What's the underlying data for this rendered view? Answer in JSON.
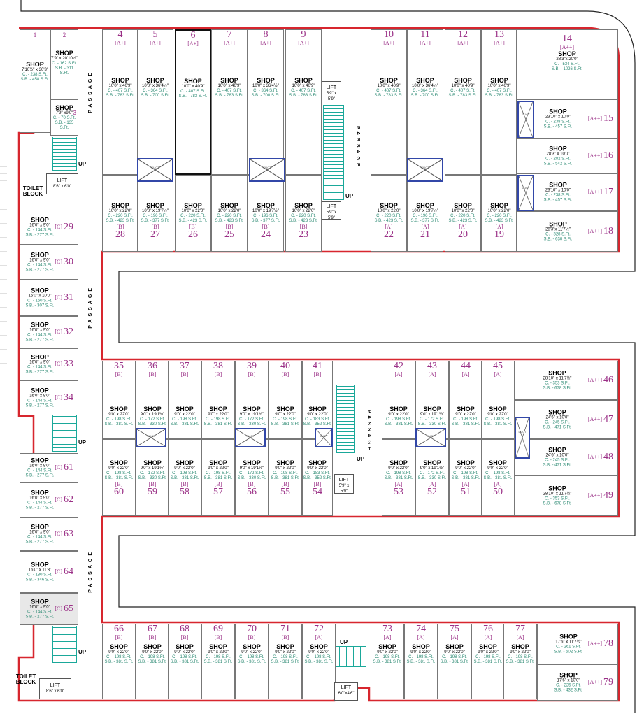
{
  "labels": {
    "shop": "SHOP",
    "passage": "PASSAGE",
    "up": "UP",
    "toilet_line1": "TOILET",
    "toilet_line2": "BLOCK",
    "lift": "LIFT",
    "duct": "DUCT"
  },
  "lifts": {
    "a": "8'6\" x 6'0\"",
    "b": "5'9\" x 5'9\"",
    "c": "8'6\" x 6'0\"",
    "d": "5'9\" x 5'9\"",
    "e": "8'6\" x 6'0\"",
    "f": "6'0\"x4'6\""
  },
  "shops": {
    "s1": {
      "num": "1",
      "dim": "7'10½\" x 30'3\"",
      "c": "C. - 238 S.Ft.",
      "sb": "S.B. - 458 S.Ft."
    },
    "s2": {
      "num": "2",
      "dim": "7'9\" x 20'10½\"",
      "c": "C. - 162 S.Ft.",
      "sb": "S.B. - 311 S.Ft."
    },
    "s3": {
      "num": "3",
      "dim": "7'9\" x9'0\"",
      "c": "C. - 70 S.Ft.",
      "sb": "S.B. - 135 S.Ft."
    },
    "s4": {
      "num": "4",
      "grade": "[A+]",
      "dim": "10'0\" x 40'9\"",
      "c": "C. - 407 S.Ft.",
      "sb": "S.B. - 783 S.Ft."
    },
    "s5": {
      "num": "5",
      "grade": "[A+]",
      "dim": "10'0\" x 36'4½\"",
      "c": "C. - 364 S.Ft.",
      "sb": "S.B. - 700 S.Ft."
    },
    "s6": {
      "num": "6",
      "grade": "[A+]",
      "dim": "10'0\" x 40'9\"",
      "c": "C. - 407 S.Ft.",
      "sb": "S.B. - 783 S.Ft."
    },
    "s7": {
      "num": "7",
      "grade": "[A+]",
      "dim": "10'0\" x 40'9\"",
      "c": "C. - 407 S.Ft.",
      "sb": "S.B. - 783 S.Ft."
    },
    "s8": {
      "num": "8",
      "grade": "[A+]",
      "dim": "10'0\" x 36'4½\"",
      "c": "C. - 364 S.Ft.",
      "sb": "S.B. - 700 S.Ft."
    },
    "s9": {
      "num": "9",
      "grade": "[A+]",
      "dim": "10'0\" x 40'9\"",
      "c": "C. - 407 S.Ft.",
      "sb": "S.B. - 783 S.Ft."
    },
    "s10": {
      "num": "10",
      "grade": "[A+]",
      "dim": "10'0\" x 40'9\"",
      "c": "C. - 407 S.Ft.",
      "sb": "S.B. - 783 S.Ft."
    },
    "s11": {
      "num": "11",
      "grade": "[A+]",
      "dim": "10'0\" x 36'4½\"",
      "c": "C. - 364 S.Ft.",
      "sb": "S.B. - 700 S.Ft."
    },
    "s12": {
      "num": "12",
      "grade": "[A+]",
      "dim": "10'0\" x 40'9\"",
      "c": "C. - 407 S.Ft.",
      "sb": "S.B. - 783 S.Ft."
    },
    "s13": {
      "num": "13",
      "grade": "[A+]",
      "dim": "10'0\" x 40'9\"",
      "c": "C. - 407 S.Ft.",
      "sb": "S.B. - 783 S.Ft."
    },
    "s14": {
      "num": "14",
      "grade": "[A++]",
      "dim": "28'3\"x 20'0\"",
      "c": "C. - 534 S.Ft.",
      "sb": "S.B. - 1026 S.Ft."
    },
    "s15": {
      "num": "15",
      "grade": "[A++]",
      "dim": "23'10\" x 10'0\"",
      "c": "C. - 238 S.Ft.",
      "sb": "S.B. - 457 S.Ft."
    },
    "s16": {
      "num": "16",
      "grade": "[A++]",
      "dim": "28'3\" x 10'0\"",
      "c": "C. - 282 S.Ft.",
      "sb": "S.B. - 542 S.Ft."
    },
    "s17": {
      "num": "17",
      "grade": "[A++]",
      "dim": "23'10\" x 10'0\"",
      "c": "C. - 238 S.Ft.",
      "sb": "S.B. - 457 S.Ft."
    },
    "s18": {
      "num": "18",
      "grade": "[A++]",
      "dim": "28'3\"x 11'7½\"",
      "c": "C. - 328 S.Ft.",
      "sb": "S.B. - 630 S.Ft."
    },
    "s19": {
      "num": "19",
      "grade": "[A]",
      "dim": "10'0\" x 22'0\"",
      "c": "C. - 220 S.Ft.",
      "sb": "S.B. - 423 S.Ft."
    },
    "s20": {
      "num": "20",
      "grade": "[A]",
      "dim": "10'0\" x 22'0\"",
      "c": "C. - 220 S.Ft.",
      "sb": "S.B. - 423 S.Ft."
    },
    "s21": {
      "num": "21",
      "grade": "[A]",
      "dim": "10'0\" x 19'7½\"",
      "c": "C. - 196 S.Ft.",
      "sb": "S.B. - 377 S.Ft."
    },
    "s22": {
      "num": "22",
      "grade": "[A]",
      "dim": "10'0\" x 22'0\"",
      "c": "C. - 220 S.Ft.",
      "sb": "S.B. - 423 S.Ft."
    },
    "s23": {
      "num": "23",
      "grade": "[B]",
      "dim": "10'0\" x 22'0\"",
      "c": "C. - 220 S.Ft.",
      "sb": "S.B. - 423 S.Ft."
    },
    "s24": {
      "num": "24",
      "grade": "[B]",
      "dim": "10'0\" x 19'7½\"",
      "c": "C. - 196 S.Ft.",
      "sb": "S.B. - 377 S.Ft."
    },
    "s25": {
      "num": "25",
      "grade": "[B]",
      "dim": "10'0\" x 22'0\"",
      "c": "C. - 220 S.Ft.",
      "sb": "S.B. - 423 S.Ft."
    },
    "s26": {
      "num": "26",
      "grade": "[B]",
      "dim": "10'0\" x 22'0\"",
      "c": "C. - 220 S.Ft.",
      "sb": "S.B. - 423 S.Ft."
    },
    "s27": {
      "num": "27",
      "grade": "[B]",
      "dim": "10'0\" x 19'7½\"",
      "c": "C. - 196 S.Ft.",
      "sb": "S.B. - 377 S.Ft."
    },
    "s28": {
      "num": "28",
      "grade": "[B]",
      "dim": "10'0\" x 22'0\"",
      "c": "C. - 220 S.Ft.",
      "sb": "S.B. - 423 S.Ft."
    },
    "s29": {
      "num": "29",
      "grade": "[C]",
      "dim": "16'0\" x 9'0\"",
      "c": "C. - 144 S.Ft.",
      "sb": "S.B. - 277 S.Ft."
    },
    "s30": {
      "num": "30",
      "grade": "[C]",
      "dim": "16'0\" x 9'0\"",
      "c": "C. - 144 S.Ft.",
      "sb": "S.B. - 277 S.Ft."
    },
    "s31": {
      "num": "31",
      "grade": "[C]",
      "dim": "16'0\" x 10'0\"",
      "c": "C. - 160 S.Ft.",
      "sb": "S.B. - 307 S.Ft."
    },
    "s32": {
      "num": "32",
      "grade": "[C]",
      "dim": "16'0\" x 9'0\"",
      "c": "C. - 144 S.Ft.",
      "sb": "S.B. - 277 S.Ft."
    },
    "s33": {
      "num": "33",
      "grade": "[C]",
      "dim": "16'0\" x 9'0\"",
      "c": "C. - 144 S.Ft.",
      "sb": "S.B. - 277 S.Ft."
    },
    "s34": {
      "num": "34",
      "grade": "[C]",
      "dim": "16'0\" x 9'0\"",
      "c": "C. - 144 S.Ft.",
      "sb": "S.B. - 277 S.Ft."
    },
    "s35": {
      "num": "35",
      "grade": "[B]",
      "dim": "9'0\" x 22'0\"",
      "c": "C. - 198 S.Ft.",
      "sb": "S.B. - 381 S.Ft."
    },
    "s36": {
      "num": "36",
      "grade": "[B]",
      "dim": "9'0\" x 19'1½\"",
      "c": "C. - 172 S.Ft.",
      "sb": "S.B. - 330 S.Ft."
    },
    "s37": {
      "num": "37",
      "grade": "[B]",
      "dim": "9'0\" x 22'0\"",
      "c": "C. - 198 S.Ft.",
      "sb": "S.B. - 381 S.Ft."
    },
    "s38": {
      "num": "38",
      "grade": "[B]",
      "dim": "9'0\" x 22'0\"",
      "c": "C. - 198 S.Ft.",
      "sb": "S.B. - 381 S.Ft."
    },
    "s39": {
      "num": "39",
      "grade": "[B]",
      "dim": "9'0\" x 19'1½\"",
      "c": "C. - 172 S.Ft.",
      "sb": "S.B. - 330 S.Ft."
    },
    "s40": {
      "num": "40",
      "grade": "[B]",
      "dim": "9'0\" x 22'0\"",
      "c": "C. - 198 S.Ft.",
      "sb": "S.B. - 381 S.Ft."
    },
    "s41": {
      "num": "41",
      "grade": "[B]",
      "dim": "9'0\" x 22'0\"",
      "c": "C. - 183 S.Ft.",
      "sb": "S.B. - 352 S.Ft."
    },
    "s42": {
      "num": "42",
      "grade": "[A]",
      "dim": "9'0\" x 22'0\"",
      "c": "C. - 198 S.Ft.",
      "sb": "S.B. - 381 S.Ft."
    },
    "s43": {
      "num": "43",
      "grade": "[A]",
      "dim": "9'0\" x 19'1½\"",
      "c": "C. - 172 S.Ft.",
      "sb": "S.B. - 330 S.Ft."
    },
    "s44": {
      "num": "44",
      "grade": "[A]",
      "dim": "9'0\" x 22'0\"",
      "c": "C. - 198 S.Ft.",
      "sb": "S.B. - 381 S.Ft."
    },
    "s45": {
      "num": "45",
      "grade": "[A]",
      "dim": "9'0\" x 22'0\"",
      "c": "C. - 198 S.Ft.",
      "sb": "S.B. - 381 S.Ft."
    },
    "s46": {
      "num": "46",
      "grade": "[A++]",
      "dim": "28'10\" x 11'7½\"",
      "c": "C. - 353 S.Ft.",
      "sb": "S.B. - 678 S.Ft."
    },
    "s47": {
      "num": "47",
      "grade": "[A++]",
      "dim": "24'6\" x 10'0\"",
      "c": "C. - 245 S.Ft.",
      "sb": "S.B. - 471 S.Ft."
    },
    "s48": {
      "num": "48",
      "grade": "[A++]",
      "dim": "24'6\" x 10'0\"",
      "c": "C. - 245 S.Ft.",
      "sb": "S.B. - 471 S.Ft."
    },
    "s49": {
      "num": "49",
      "grade": "[A++]",
      "dim": "28'10\" x 11'7½\"",
      "c": "C. - 353 S.Ft.",
      "sb": "S.B. - 678 S.Ft."
    },
    "s50": {
      "num": "50",
      "grade": "[A]",
      "dim": "9'0\" x 22'0\"",
      "c": "C. - 198 S.Ft.",
      "sb": "S.B. - 381 S.Ft."
    },
    "s51": {
      "num": "51",
      "grade": "[A]",
      "dim": "9'0\" x 22'0\"",
      "c": "C. - 198 S.Ft.",
      "sb": "S.B. - 381 S.Ft."
    },
    "s52": {
      "num": "52",
      "grade": "[A]",
      "dim": "9'0\" x 19'1½\"",
      "c": "C. - 172 S.Ft.",
      "sb": "S.B. - 330 S.Ft."
    },
    "s53": {
      "num": "53",
      "grade": "[A]",
      "dim": "9'0\" x 22'0\"",
      "c": "C. - 198 S.Ft.",
      "sb": "S.B. - 381 S.Ft."
    },
    "s54": {
      "num": "54",
      "grade": "[B]",
      "dim": "9'0\" x 22'0\"",
      "c": "C. - 183 S.Ft.",
      "sb": "S.B. - 352 S.Ft."
    },
    "s55": {
      "num": "55",
      "grade": "[B]",
      "dim": "9'0\" x 22'0\"",
      "c": "C. - 198 S.Ft.",
      "sb": "S.B. - 381 S.Ft."
    },
    "s56": {
      "num": "56",
      "grade": "[B]",
      "dim": "9'0\" x 19'1½\"",
      "c": "C. - 172 S.Ft.",
      "sb": "S.B. - 330 S.Ft."
    },
    "s57": {
      "num": "57",
      "grade": "[B]",
      "dim": "9'0\" x 22'0\"",
      "c": "C. - 198 S.Ft.",
      "sb": "S.B. - 381 S.Ft."
    },
    "s58": {
      "num": "58",
      "grade": "[B]",
      "dim": "9'0\" x 22'0\"",
      "c": "C. - 198 S.Ft.",
      "sb": "S.B. - 381 S.Ft."
    },
    "s59": {
      "num": "59",
      "grade": "[B]",
      "dim": "9'0\" x 19'1½\"",
      "c": "C. - 172 S.Ft.",
      "sb": "S.B. - 330 S.Ft."
    },
    "s60": {
      "num": "60",
      "grade": "[B]",
      "dim": "9'0\" x 22'0\"",
      "c": "C. - 198 S.Ft.",
      "sb": "S.B. - 381 S.Ft."
    },
    "s61": {
      "num": "61",
      "grade": "[C]",
      "dim": "16'0\" x 9'0\"",
      "c": "C. - 144 S.Ft.",
      "sb": "S.B. - 277 S.Ft."
    },
    "s62": {
      "num": "62",
      "grade": "[C]",
      "dim": "16'0\" x 9'0\"",
      "c": "C. - 144 S.Ft.",
      "sb": "S.B. - 277 S.Ft."
    },
    "s63": {
      "num": "63",
      "grade": "[C]",
      "dim": "16'0\" x 9'0\"",
      "c": "C. - 144 S.Ft.",
      "sb": "S.B. - 277 S.Ft."
    },
    "s64": {
      "num": "64",
      "grade": "[C]",
      "dim": "16'0\" x 11'3\"",
      "c": "C. - 180 S.Ft.",
      "sb": "S.B. - 346 S.Ft."
    },
    "s65": {
      "num": "65",
      "grade": "[C]",
      "dim": "16'0\" x 9'0\"",
      "c": "C. - 144 S.Ft.",
      "sb": "S.B. - 277 S.Ft."
    },
    "s66": {
      "num": "66",
      "grade": "[B]",
      "dim": "9'0\" x 22'0\"",
      "c": "C. - 198 S.Ft.",
      "sb": "S.B. - 381 S.Ft."
    },
    "s67": {
      "num": "67",
      "grade": "[B]",
      "dim": "9'0\" x 22'0\"",
      "c": "C. - 198 S.Ft.",
      "sb": "S.B. - 381 S.Ft."
    },
    "s68": {
      "num": "68",
      "grade": "[B]",
      "dim": "9'0\" x 22'0\"",
      "c": "C. - 198 S.Ft.",
      "sb": "S.B. - 381 S.Ft."
    },
    "s69": {
      "num": "69",
      "grade": "[B]",
      "dim": "9'0\" x 22'0\"",
      "c": "C. - 198 S.Ft.",
      "sb": "S.B. - 381 S.Ft."
    },
    "s70": {
      "num": "70",
      "grade": "[B]",
      "dim": "9'0\" x 22'0\"",
      "c": "C. - 198 S.Ft.",
      "sb": "S.B. - 381 S.Ft."
    },
    "s71": {
      "num": "71",
      "grade": "[B]",
      "dim": "9'0\" x 22'0\"",
      "c": "C. - 198 S.Ft.",
      "sb": "S.B. - 381 S.Ft."
    },
    "s72": {
      "num": "72",
      "grade": "[A]",
      "dim": "9'0\" x 22'0\"",
      "c": "C. - 198 S.Ft.",
      "sb": "S.B. - 381 S.Ft."
    },
    "s73": {
      "num": "73",
      "grade": "[A]",
      "dim": "9'0\" x 22'0\"",
      "c": "C. - 198 S.Ft.",
      "sb": "S.B. - 381 S.Ft."
    },
    "s74": {
      "num": "74",
      "grade": "[A]",
      "dim": "9'0\" x 22'0\"",
      "c": "C. - 198 S.Ft.",
      "sb": "S.B. - 381 S.Ft."
    },
    "s75": {
      "num": "75",
      "grade": "[A]",
      "dim": "9'0\" x 22'0\"",
      "c": "C. - 198 S.Ft.",
      "sb": "S.B. - 381 S.Ft."
    },
    "s76": {
      "num": "76",
      "grade": "[A]",
      "dim": "9'0\" x 22'0\"",
      "c": "C. - 198 S.Ft.",
      "sb": "S.B. - 381 S.Ft."
    },
    "s77": {
      "num": "77",
      "grade": "[A]",
      "dim": "9'0\" x 22'0\"",
      "c": "C. - 198 S.Ft.",
      "sb": "S.B. - 381 S.Ft."
    },
    "s78": {
      "num": "78",
      "grade": "[A++]",
      "dim": "17'6\" x 11'7½\"",
      "c": "C. - 261 S.Ft.",
      "sb": "S.B. - 502 S.Ft."
    },
    "s79": {
      "num": "79",
      "grade": "[A++]",
      "dim": "17'6\" x 10'0\"",
      "c": "C. - 225 S.Ft.",
      "sb": "S.B. - 432 S.Ft."
    }
  }
}
